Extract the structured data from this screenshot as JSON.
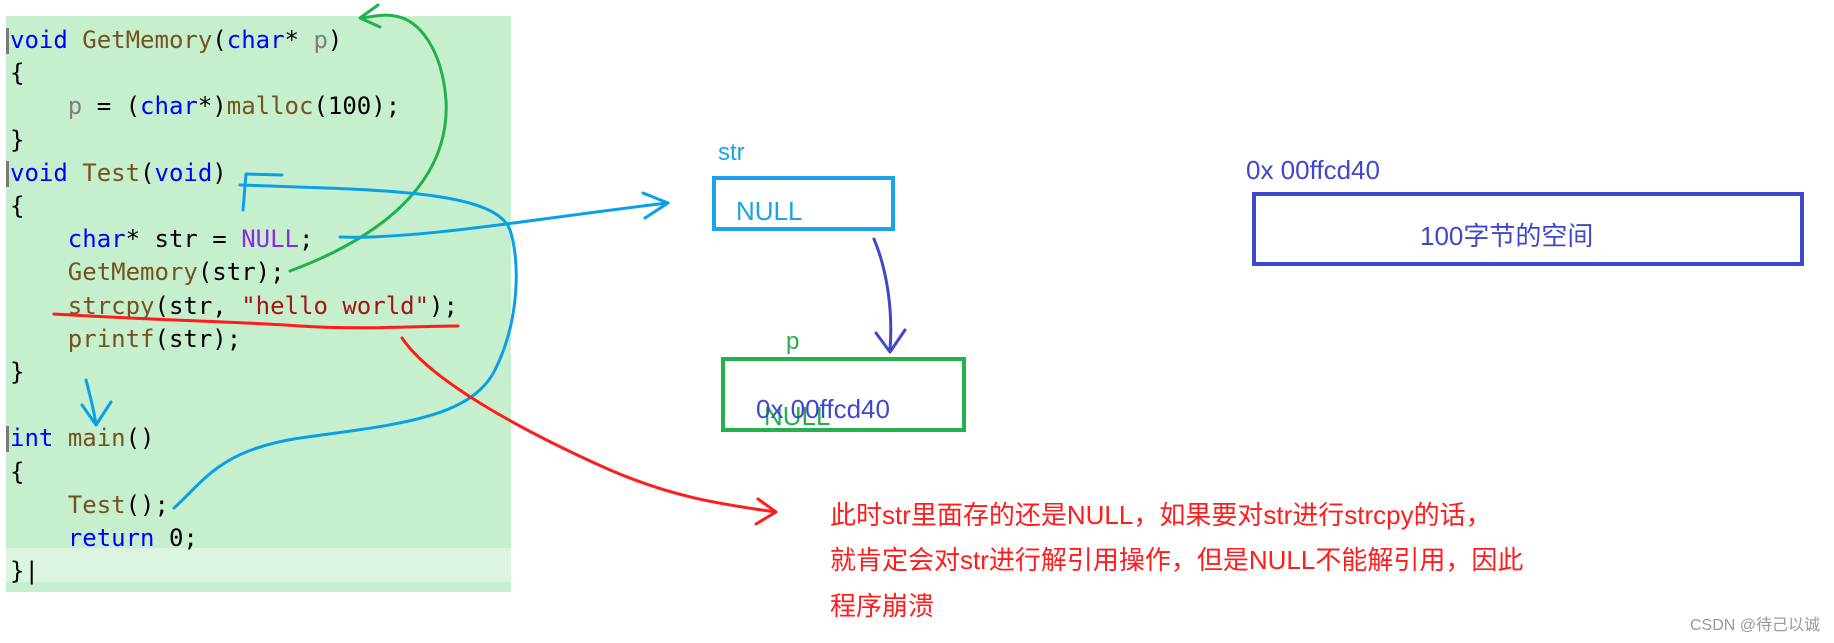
{
  "code": {
    "lines": [
      [
        {
          "t": "void",
          "c": "kw"
        },
        {
          "t": " "
        },
        {
          "t": "GetMemory",
          "c": "fn"
        },
        {
          "t": "("
        },
        {
          "t": "char",
          "c": "kw"
        },
        {
          "t": "* "
        },
        {
          "t": "p",
          "c": "pm"
        },
        {
          "t": ")"
        }
      ],
      [
        {
          "t": "{"
        }
      ],
      [
        {
          "t": "    "
        },
        {
          "t": "p",
          "c": "pm"
        },
        {
          "t": " = ("
        },
        {
          "t": "char",
          "c": "kw"
        },
        {
          "t": "*)"
        },
        {
          "t": "malloc",
          "c": "fn"
        },
        {
          "t": "(100);"
        }
      ],
      [
        {
          "t": "}"
        }
      ],
      [
        {
          "t": "void",
          "c": "kw"
        },
        {
          "t": " "
        },
        {
          "t": "Test",
          "c": "fn"
        },
        {
          "t": "("
        },
        {
          "t": "void",
          "c": "kw"
        },
        {
          "t": ")"
        }
      ],
      [
        {
          "t": "{"
        }
      ],
      [
        {
          "t": "    "
        },
        {
          "t": "char",
          "c": "kw"
        },
        {
          "t": "* str = "
        },
        {
          "t": "NULL",
          "c": "nl"
        },
        {
          "t": ";"
        }
      ],
      [
        {
          "t": "    "
        },
        {
          "t": "GetMemory",
          "c": "fn"
        },
        {
          "t": "(str);"
        }
      ],
      [
        {
          "t": "    "
        },
        {
          "t": "strcpy",
          "c": "fn"
        },
        {
          "t": "(str, "
        },
        {
          "t": "\"hello world\"",
          "c": "st"
        },
        {
          "t": ");"
        }
      ],
      [
        {
          "t": "    "
        },
        {
          "t": "printf",
          "c": "fn"
        },
        {
          "t": "(str);"
        }
      ],
      [
        {
          "t": "}"
        }
      ],
      [
        {
          "t": ""
        }
      ],
      [
        {
          "t": "int",
          "c": "kw"
        },
        {
          "t": " "
        },
        {
          "t": "main",
          "c": "fn"
        },
        {
          "t": "()"
        }
      ],
      [
        {
          "t": "{"
        }
      ],
      [
        {
          "t": "    "
        },
        {
          "t": "Test",
          "c": "fn"
        },
        {
          "t": "();"
        }
      ],
      [
        {
          "t": "    "
        },
        {
          "t": "return",
          "c": "kw"
        },
        {
          "t": " 0;"
        }
      ],
      [
        {
          "t": "}|"
        }
      ]
    ]
  },
  "str_box": {
    "name": "str",
    "value": "NULL"
  },
  "p_box": {
    "name": "p",
    "overwritten_value": "NULL",
    "value": "0x 00ffcd40"
  },
  "heap_block": {
    "address": "0x 00ffcd40",
    "label": "100字节的空间"
  },
  "note": {
    "lines": [
      "此时str里面存的还是NULL，如果要对str进行strcpy的话，",
      "就肯定会对str进行解引用操作，但是NULL不能解引用，因此",
      "程序崩溃"
    ]
  },
  "watermark": "CSDN @待己以诚",
  "colors": {
    "code_bg": "#c6efce",
    "str_box": "#1aa3e8",
    "p_box": "#22b14c",
    "heap_box": "#3f48cc",
    "note": "#ff1c1c",
    "arrow_green": "#22b14c",
    "arrow_cyan": "#0aa0e8",
    "arrow_blue": "#3f48cc",
    "arrow_red": "#ff1c1c"
  }
}
